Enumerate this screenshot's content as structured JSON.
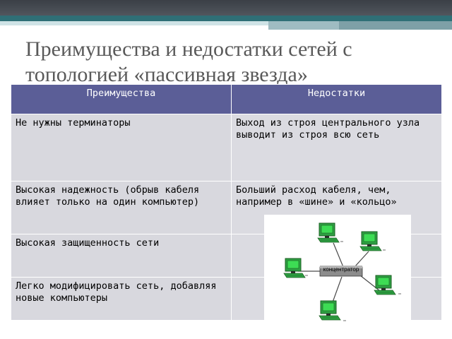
{
  "title": "Преимущества и недостатки сетей с топологией «пассивная звезда»",
  "table": {
    "headers": [
      "Преимущества",
      "Недостатки"
    ],
    "rows": [
      [
        "Не нужны терминаторы",
        "Выход из строя центрального узла выводит из строя всю сеть"
      ],
      [
        "Высокая надежность (обрыв кабеля влияет только на один компьютер)",
        "Больший расход кабеля, чем, например в «шине» и «кольцо»"
      ],
      [
        "Высокая защищенность сети",
        ""
      ],
      [
        "Легко модифицировать сеть, добавляя новые компьютеры",
        ""
      ]
    ]
  },
  "diagram": {
    "hub_label": "концентратор",
    "icons": [
      "computer-icon",
      "computer-icon",
      "computer-icon",
      "computer-icon",
      "computer-icon"
    ],
    "colors": {
      "monitor": "#1fbf3a",
      "hub": "#8c8c8c",
      "cable": "#4a4a4a"
    }
  }
}
